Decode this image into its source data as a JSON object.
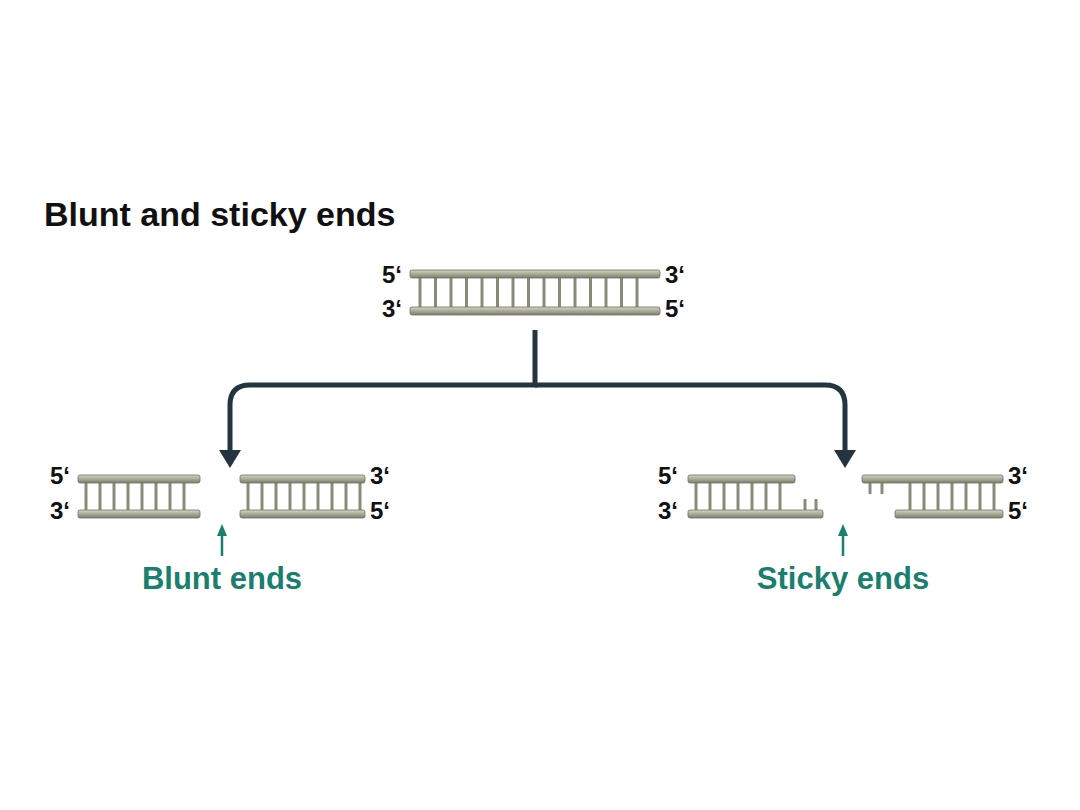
{
  "diagram": {
    "title": "Blunt and sticky ends",
    "labels": [
      "5‘",
      "3‘",
      "3‘",
      "5‘",
      "5‘",
      "3‘",
      "3‘",
      "5‘",
      "5‘",
      "3‘",
      "3‘",
      "5‘",
      "Blunt ends",
      "Sticky ends"
    ]
  }
}
